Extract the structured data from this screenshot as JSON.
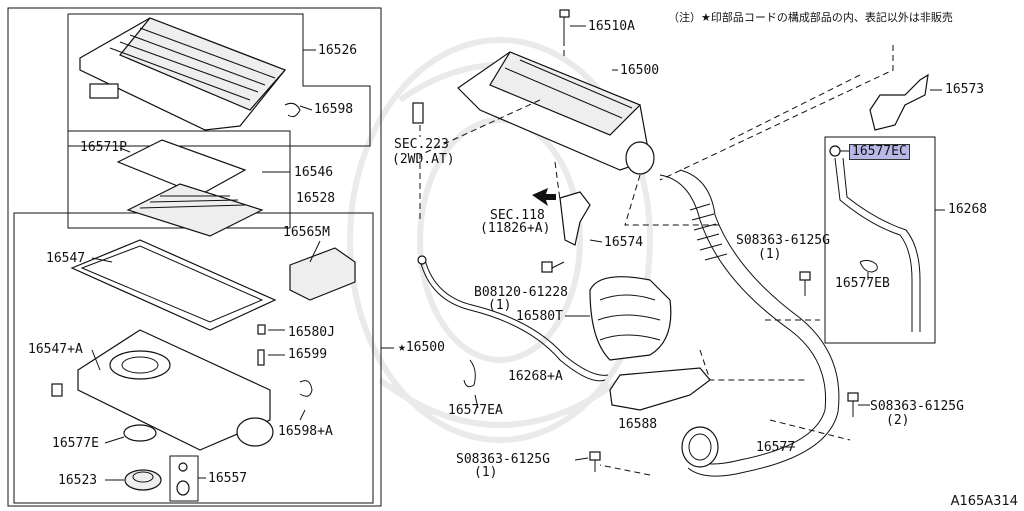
{
  "note": "（注）★印部品コードの構成部品の内、表記以外は非販売",
  "diagram_code": "A165A314",
  "highlight_part": "16577EC",
  "labels": {
    "p16526": "16526",
    "p16598": "16598",
    "p16571P": "16571P",
    "p16546": "16546",
    "p16528": "16528",
    "p16565M": "16565M",
    "p16547": "16547",
    "p16580J": "16580J",
    "p16547A": "16547+A",
    "p16599": "16599",
    "p16577E": "16577E",
    "p16598A": "16598+A",
    "p16523": "16523",
    "p16557": "16557",
    "p16500star": "★16500",
    "p16510A": "16510A",
    "p16500": "16500",
    "sec223a": "SEC.223",
    "sec223b": "(2WD.AT)",
    "sec118a": "SEC.118",
    "sec118b": "(11826+A)",
    "p16574": "16574",
    "b08120": "B08120-61228",
    "b08120q": "(1)",
    "p16580T": "16580T",
    "p16268A": "16268+A",
    "p16577EA": "16577EA",
    "p16588": "16588",
    "s08363a": "S08363-6125G",
    "s08363aq": "(1)",
    "s08363b": "S08363-6125G",
    "s08363bq": "(1)",
    "s08363c": "S08363-6125G",
    "s08363cq": "(2)",
    "p16577": "16577",
    "p16573": "16573",
    "p16268": "16268",
    "p16577EB": "16577EB"
  }
}
